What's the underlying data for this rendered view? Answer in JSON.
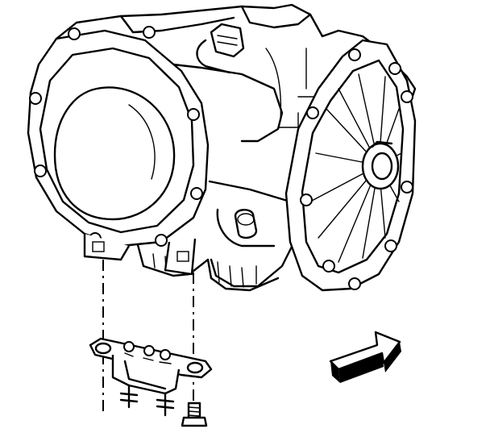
{
  "figure": {
    "parts": [
      {
        "name": "differential-housing"
      },
      {
        "name": "side-cover-plate"
      },
      {
        "name": "rear-cover-with-ribs"
      },
      {
        "name": "mounting-bracket"
      },
      {
        "name": "mounting-bolt"
      },
      {
        "name": "direction-arrow"
      }
    ]
  }
}
